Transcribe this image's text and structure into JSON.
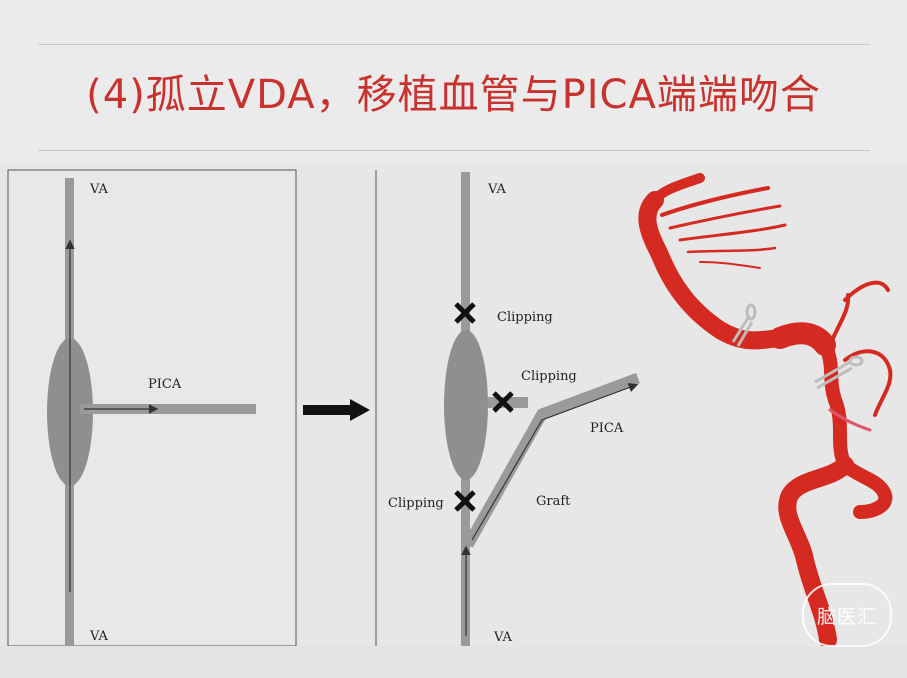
{
  "slide": {
    "title": "(4)孤立VDA，移植血管与PICA端端吻合",
    "watermark_text": "脑医汇"
  },
  "left_diagram": {
    "top_label": "VA",
    "bottom_label": "VA",
    "branch_label": "PICA"
  },
  "right_diagram": {
    "top_label": "VA",
    "bottom_label": "VA",
    "clip_top_label": "Clipping",
    "clip_pica_label": "Clipping",
    "clip_bottom_label": "Clipping",
    "pica_label": "PICA",
    "graft_label": "Graft"
  },
  "colors": {
    "title": "#c8322e",
    "vessel": "#9a9a9a",
    "aneurysm": "#8f8f8f",
    "clip": "#111111",
    "artery": "#d42a22"
  }
}
